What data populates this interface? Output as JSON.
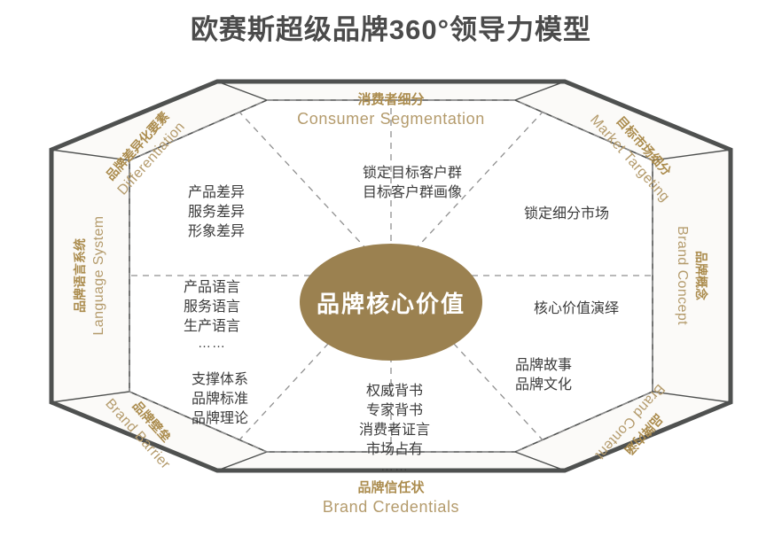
{
  "page": {
    "title": "欧赛斯超级品牌360°领导力模型",
    "background_color": "#ffffff",
    "title_color": "#4b4b4b"
  },
  "colors": {
    "accent_gold": "#ab8c4e",
    "accent_gold_light": "#b49b6c",
    "core_fill": "#9b8150",
    "outline_dark": "#4f5150",
    "band_fill": "#fbfaf8",
    "text_dark": "#3b3b3b",
    "dashed_line": "#8b8b8b"
  },
  "core": {
    "label": "品牌核心价值",
    "fill": "#9b8150",
    "text_color": "#ffffff"
  },
  "bands": [
    {
      "id": "consumer-segmentation",
      "position": "top",
      "cn": "消费者细分",
      "en": "Consumer Segmentation",
      "rotation": 0
    },
    {
      "id": "market-targeting",
      "position": "top-right",
      "cn": "目标市场细分",
      "en": "Market Targeting",
      "rotation": 45
    },
    {
      "id": "brand-concept",
      "position": "right",
      "cn": "品牌概念",
      "en": "Brand Concept",
      "rotation": 90
    },
    {
      "id": "brand-content",
      "position": "bottom-right",
      "cn": "品牌内涵",
      "en": "Brand Content",
      "rotation": 135
    },
    {
      "id": "brand-credentials",
      "position": "bottom",
      "cn": "品牌信任状",
      "en": "Brand Credentials",
      "rotation": 0
    },
    {
      "id": "brand-barrier",
      "position": "bottom-left",
      "cn": "品牌壁垒",
      "en": "Brand Barrier",
      "rotation": -135
    },
    {
      "id": "language-system",
      "position": "left",
      "cn": "品牌语言系统",
      "en": "Language System",
      "rotation": -90
    },
    {
      "id": "differentiation",
      "position": "top-left",
      "cn": "品牌差异化要素",
      "en": "Differentiation",
      "rotation": -45
    }
  ],
  "sectors": [
    {
      "id": "sector-consumer-segmentation",
      "lines": [
        "锁定目标客户群",
        "目标客户群画像"
      ]
    },
    {
      "id": "sector-market-targeting",
      "lines": [
        "锁定细分市场"
      ]
    },
    {
      "id": "sector-brand-concept",
      "lines": [
        "核心价值演绎"
      ]
    },
    {
      "id": "sector-brand-content",
      "lines": [
        "品牌故事",
        "品牌文化"
      ]
    },
    {
      "id": "sector-brand-credentials",
      "lines": [
        "权威背书",
        "专家背书",
        "消费者证言",
        "市场占有",
        "……"
      ]
    },
    {
      "id": "sector-brand-barrier",
      "lines": [
        "支撑体系",
        "品牌标准",
        "品牌理论"
      ]
    },
    {
      "id": "sector-language-system",
      "lines": [
        "产品语言",
        "服务语言",
        "生产语言",
        "……"
      ]
    },
    {
      "id": "sector-differentiation",
      "lines": [
        "产品差异",
        "服务差异",
        "形象差异"
      ]
    }
  ]
}
